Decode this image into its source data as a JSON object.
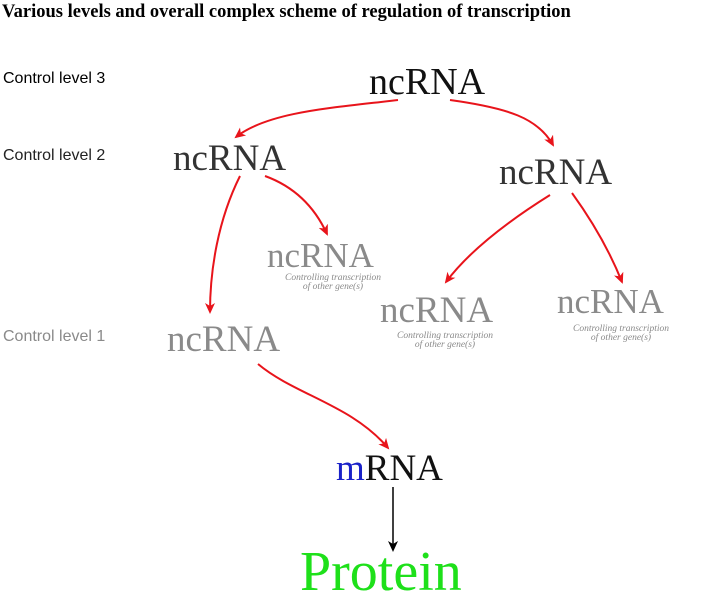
{
  "title": "Various levels and overall complex scheme of regulation of transcription",
  "levels": {
    "level3": "Control level 3",
    "level2": "Control level 2",
    "level1": "Control level 1"
  },
  "nodes": {
    "top": "ncRNA",
    "mid_left": "ncRNA",
    "mid_right": "ncRNA",
    "branch_a": "ncRNA",
    "branch_b": "ncRNA",
    "branch_c": "ncRNA",
    "low_left": "ncRNA",
    "mrna_prefix": "m",
    "mrna_rest": "RNA",
    "protein": "Protein"
  },
  "subtitles": {
    "branch_a_line1": "Controlling transcription",
    "branch_a_line2": "of other gene(s)",
    "branch_b_line1": "Controlling transcription",
    "branch_b_line2": "of other gene(s)",
    "branch_c_line1": "Controlling transcription",
    "branch_c_line2": "of other gene(s)"
  },
  "colors": {
    "arrow_red": "#e8141b",
    "arrow_black": "#000000",
    "dark_text": "#333333",
    "gray_text": "#8a8a8a",
    "mrna_m": "#1a22c8",
    "protein_green": "#1ee01a"
  }
}
